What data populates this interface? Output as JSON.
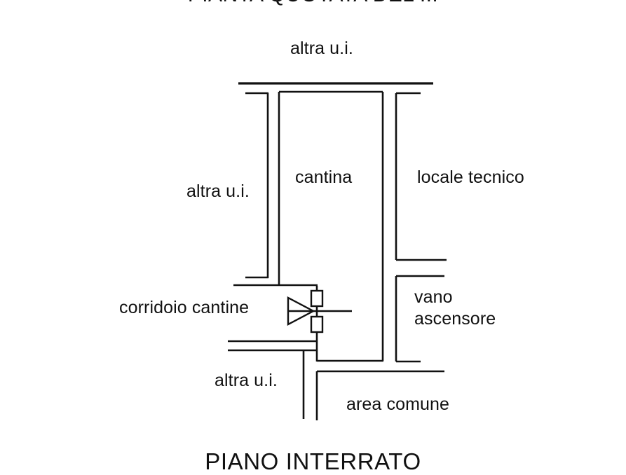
{
  "drawing": {
    "kind": "architectural-floor-plan",
    "language": "it",
    "title_top": "PIANTA QUOTATA DEL ...",
    "title_bottom": "PIANO INTERRATO",
    "line_color": "#111111",
    "background_color": "#ffffff"
  },
  "labels": {
    "top_other_unit": "altra u.i.",
    "left_other_unit": "altra u.i.",
    "cantina": "cantina",
    "locale_tecnico": "locale tecnico",
    "corridoio_cantine": "corridoio cantine",
    "vano_ascensore": "vano\nascensore",
    "bottom_other_unit": "altra u.i.",
    "area_comune": "area comune"
  },
  "symbols": {
    "door": "door-swing-triangle-symbol"
  }
}
